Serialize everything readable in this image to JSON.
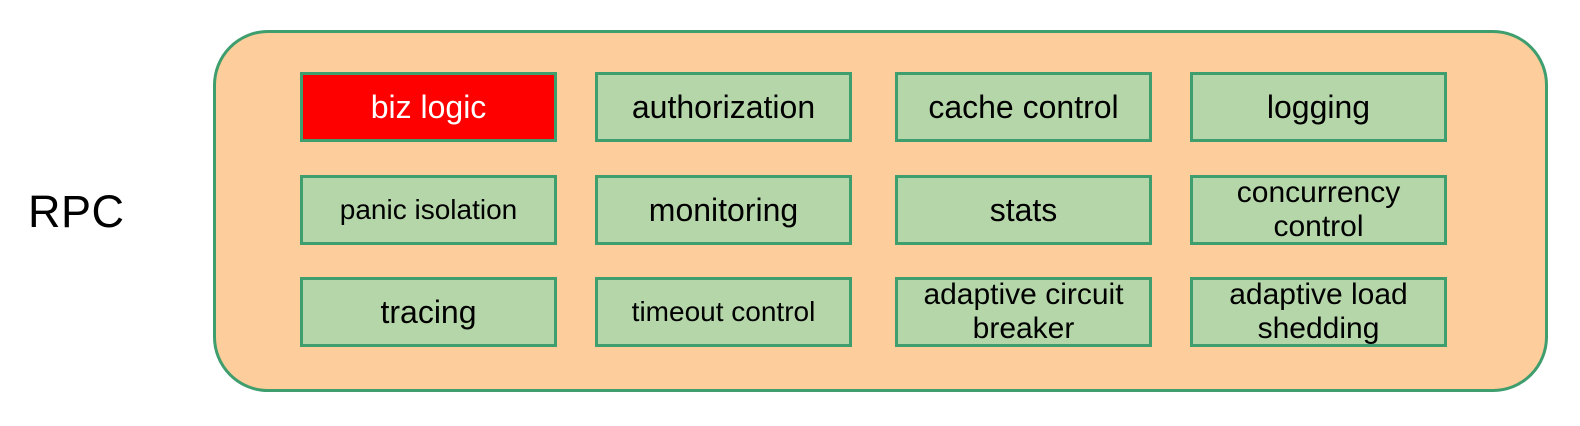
{
  "diagram": {
    "group_label": "RPC",
    "colors": {
      "container_fill": "#fdcd9b",
      "container_border": "#3f9e6e",
      "cell_fill": "#b4d6a8",
      "cell_border": "#3f9e6e",
      "highlight_fill": "#ff0000",
      "highlight_text": "#ffffff",
      "text": "#000000",
      "page_background": "#ffffff"
    },
    "rows": [
      {
        "cells": [
          {
            "label": "biz logic",
            "highlight": true,
            "lines": 1
          },
          {
            "label": "authorization",
            "highlight": false,
            "lines": 1
          },
          {
            "label": "cache control",
            "highlight": false,
            "lines": 1
          },
          {
            "label": "logging",
            "highlight": false,
            "lines": 1
          }
        ]
      },
      {
        "cells": [
          {
            "label": "panic isolation",
            "highlight": false,
            "lines": 1
          },
          {
            "label": "monitoring",
            "highlight": false,
            "lines": 1
          },
          {
            "label": "stats",
            "highlight": false,
            "lines": 1
          },
          {
            "label": "concurrency control",
            "highlight": false,
            "lines": 2
          }
        ]
      },
      {
        "cells": [
          {
            "label": "tracing",
            "highlight": false,
            "lines": 1
          },
          {
            "label": "timeout control",
            "highlight": false,
            "lines": 1
          },
          {
            "label": "adaptive circuit breaker",
            "highlight": false,
            "lines": 2
          },
          {
            "label": "adaptive load shedding",
            "highlight": false,
            "lines": 2
          }
        ]
      }
    ]
  }
}
